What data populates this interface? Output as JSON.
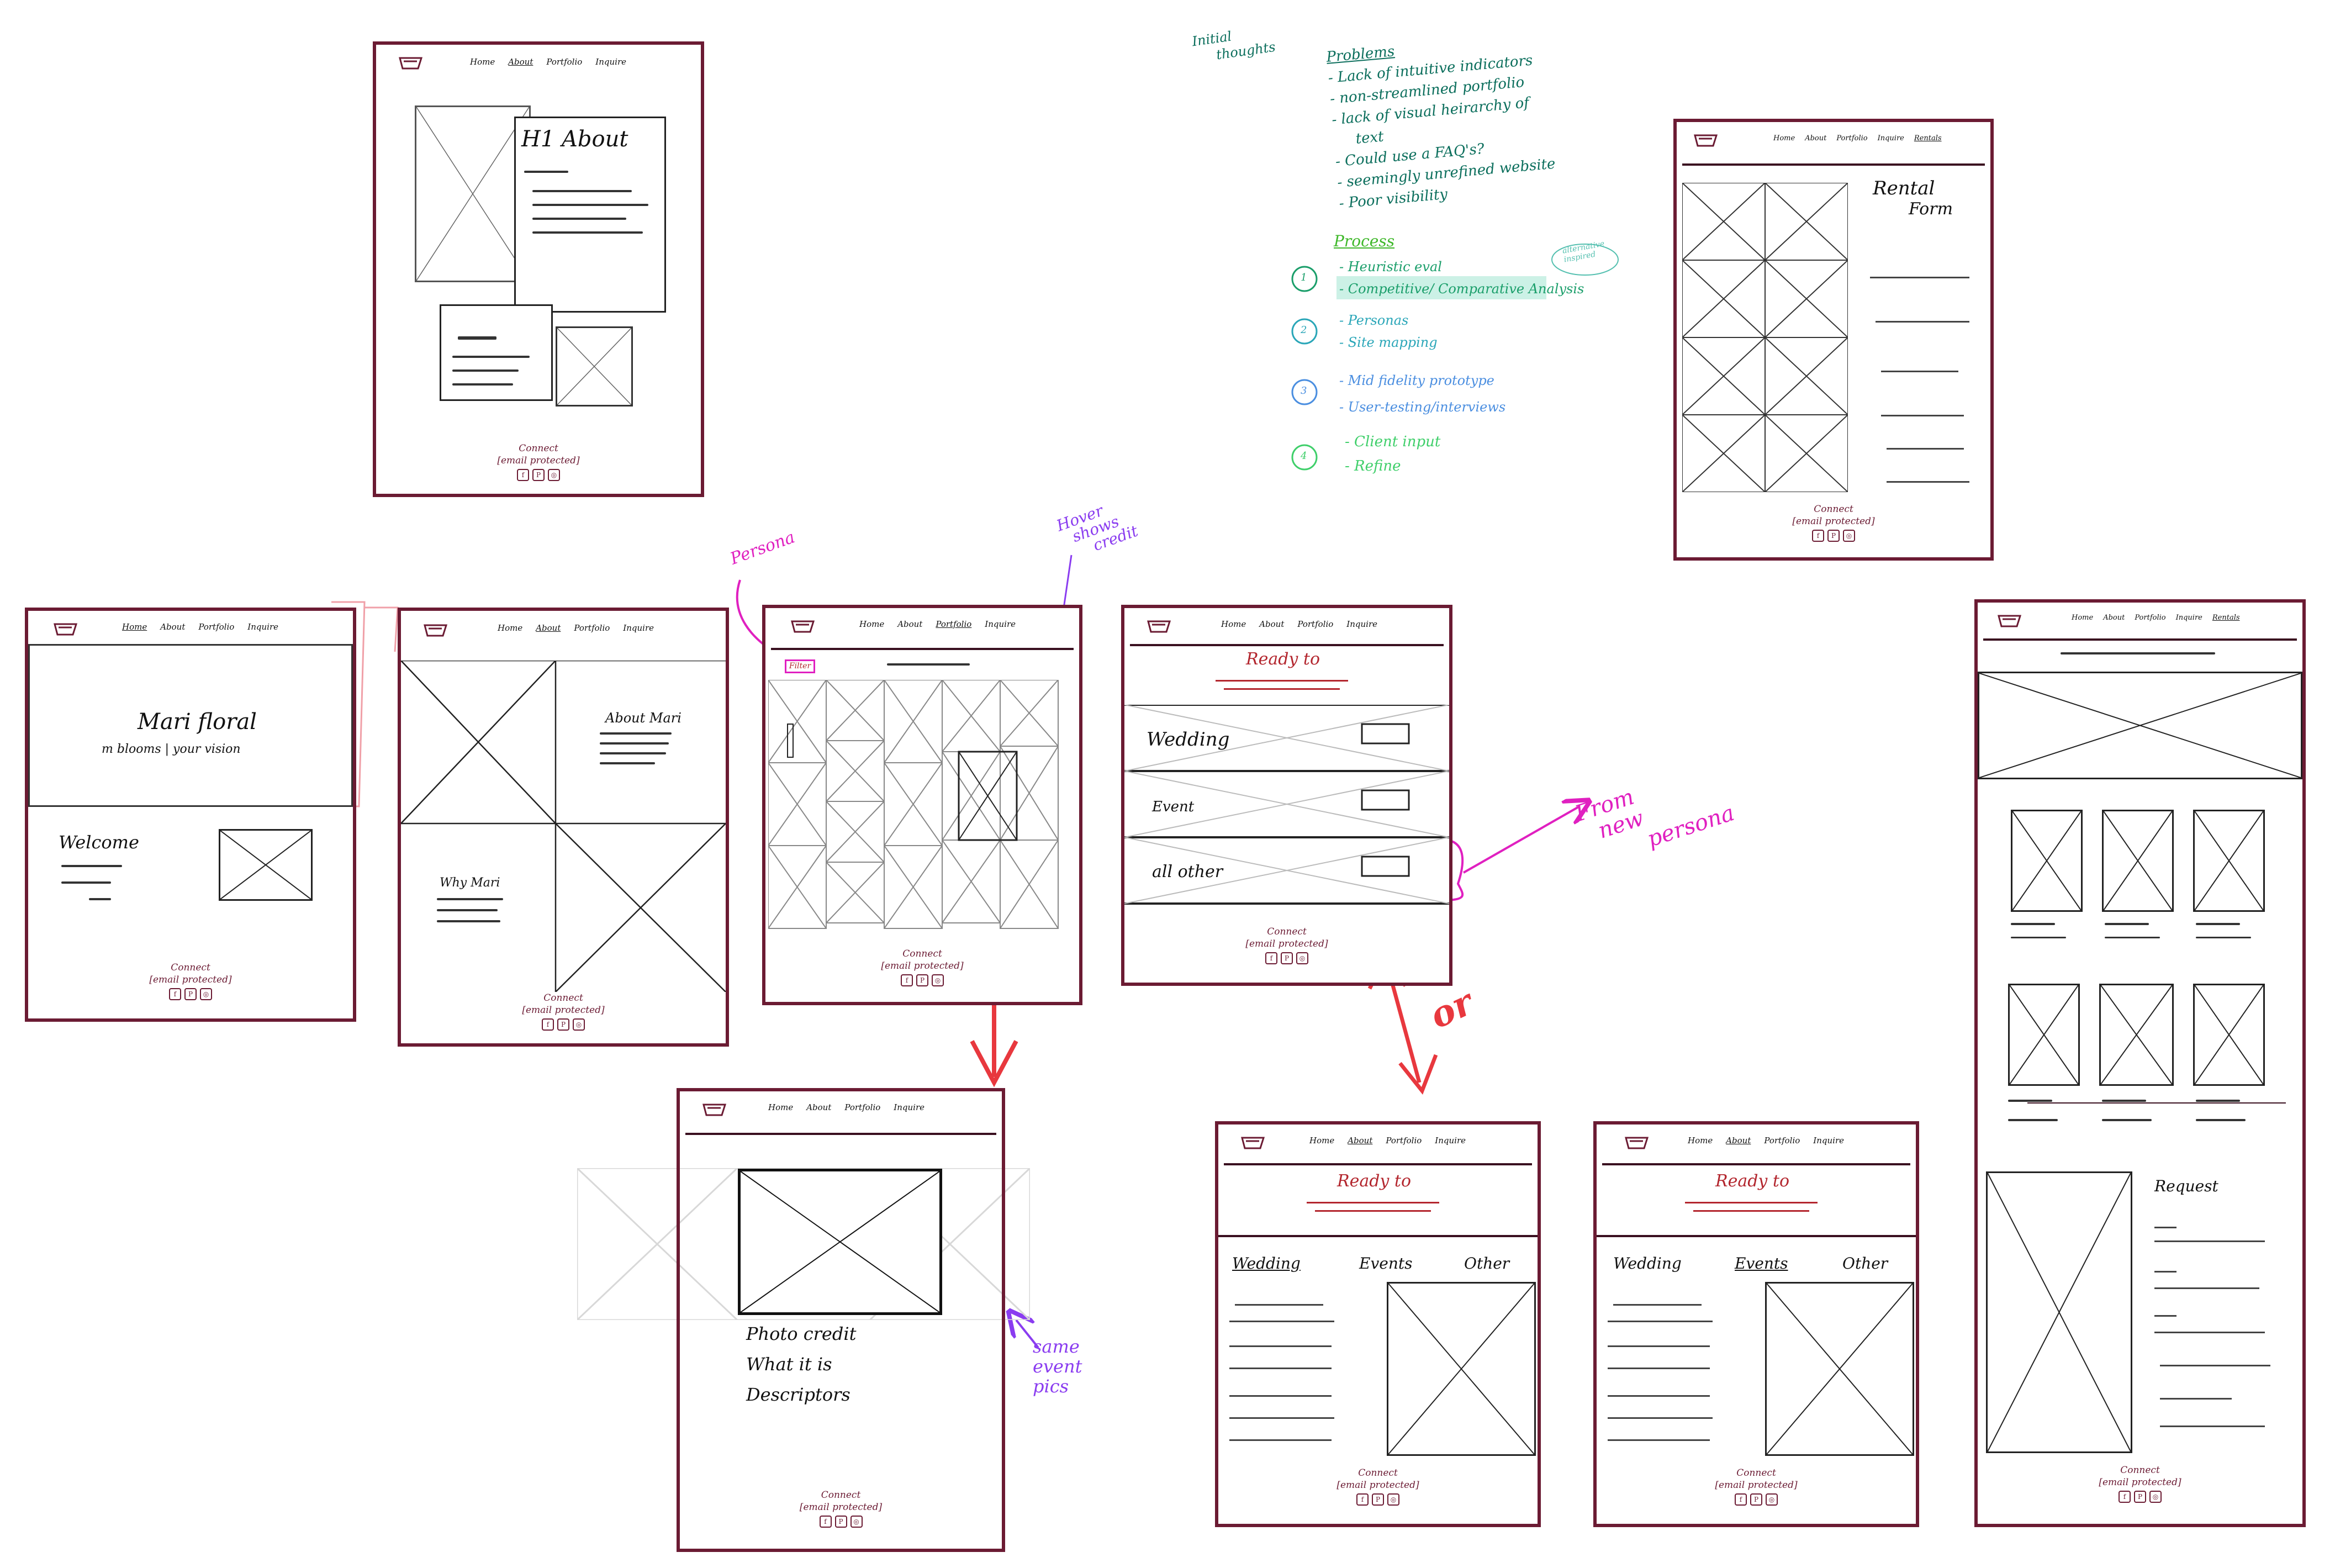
{
  "nav": {
    "home": "Home",
    "about": "About",
    "portfolio": "Portfolio",
    "inquire": "Inquire",
    "rentals": "Rentals"
  },
  "footer": {
    "connect": "Connect",
    "email": "[email protected]",
    "icons": [
      "f",
      "P",
      "◎"
    ]
  },
  "about_frame": {
    "heading": "H1 About"
  },
  "rental_frame": {
    "heading_line1": "Rental",
    "heading_line2": "Form"
  },
  "home_frame": {
    "brand": "Mari floral",
    "tagline": "m blooms | your vision",
    "welcome": "Welcome"
  },
  "about_grid_frame": {
    "about_heading": "About Mari",
    "why_heading": "Why Mari"
  },
  "portfolio_frame": {
    "filter_label": "Filter"
  },
  "ready_frame": {
    "heading": "Ready to",
    "rows": [
      "Wedding",
      "Event",
      "all other"
    ]
  },
  "ready_tab_frame": {
    "heading": "Ready to",
    "tabs": [
      "Wedding",
      "Events",
      "Other"
    ]
  },
  "ready_tab_frame_2": {
    "heading": "Ready to",
    "tabs": [
      "Wedding",
      "Events",
      "Other"
    ]
  },
  "detail_frame": {
    "lines": [
      "Photo credit",
      "What it is",
      "Descriptors"
    ]
  },
  "long_frame": {
    "request_label": "Request"
  },
  "notes": {
    "initial_thoughts": [
      "Initial",
      "thoughts"
    ],
    "problems_heading": "Problems",
    "problems": [
      "- Lack of intuitive indicators",
      "- non-streamlined portfolio",
      "- lack of visual heirarchy of",
      "text",
      "- Could use a FAQ's?",
      "- seemingly unrefined website",
      "- Poor visibility"
    ],
    "process_heading": "Process",
    "process_steps": [
      {
        "num": "1",
        "items": [
          "- Heuristic eval",
          "- Competitive/ Comparative Analysis"
        ],
        "color": "#1a9e6a"
      },
      {
        "num": "2",
        "items": [
          "- Personas",
          "- Site mapping"
        ],
        "color": "#2aa6b8"
      },
      {
        "num": "3",
        "items": [
          "- Mid fidelity prototype",
          "- User-testing/interviews"
        ],
        "color": "#4a8ee0"
      },
      {
        "num": "4",
        "items": [
          "- Client input",
          "- Refine"
        ],
        "color": "#3fcf6a"
      }
    ],
    "side_note": [
      "alternative",
      "inspired"
    ],
    "persona": "Persona",
    "hover_note": [
      "Hover",
      "shows",
      "credit"
    ],
    "from_new_persona": [
      "From",
      "new",
      "persona"
    ],
    "or": "or",
    "same_event_pics": [
      "same",
      "event",
      "pics"
    ]
  },
  "colors": {
    "frame": "#6b1b33",
    "accent_red": "#b3262e",
    "magenta": "#e020c0",
    "purple": "#8a3cf0",
    "arrow_red": "#e8383e",
    "teal": "#0b6e5c"
  }
}
